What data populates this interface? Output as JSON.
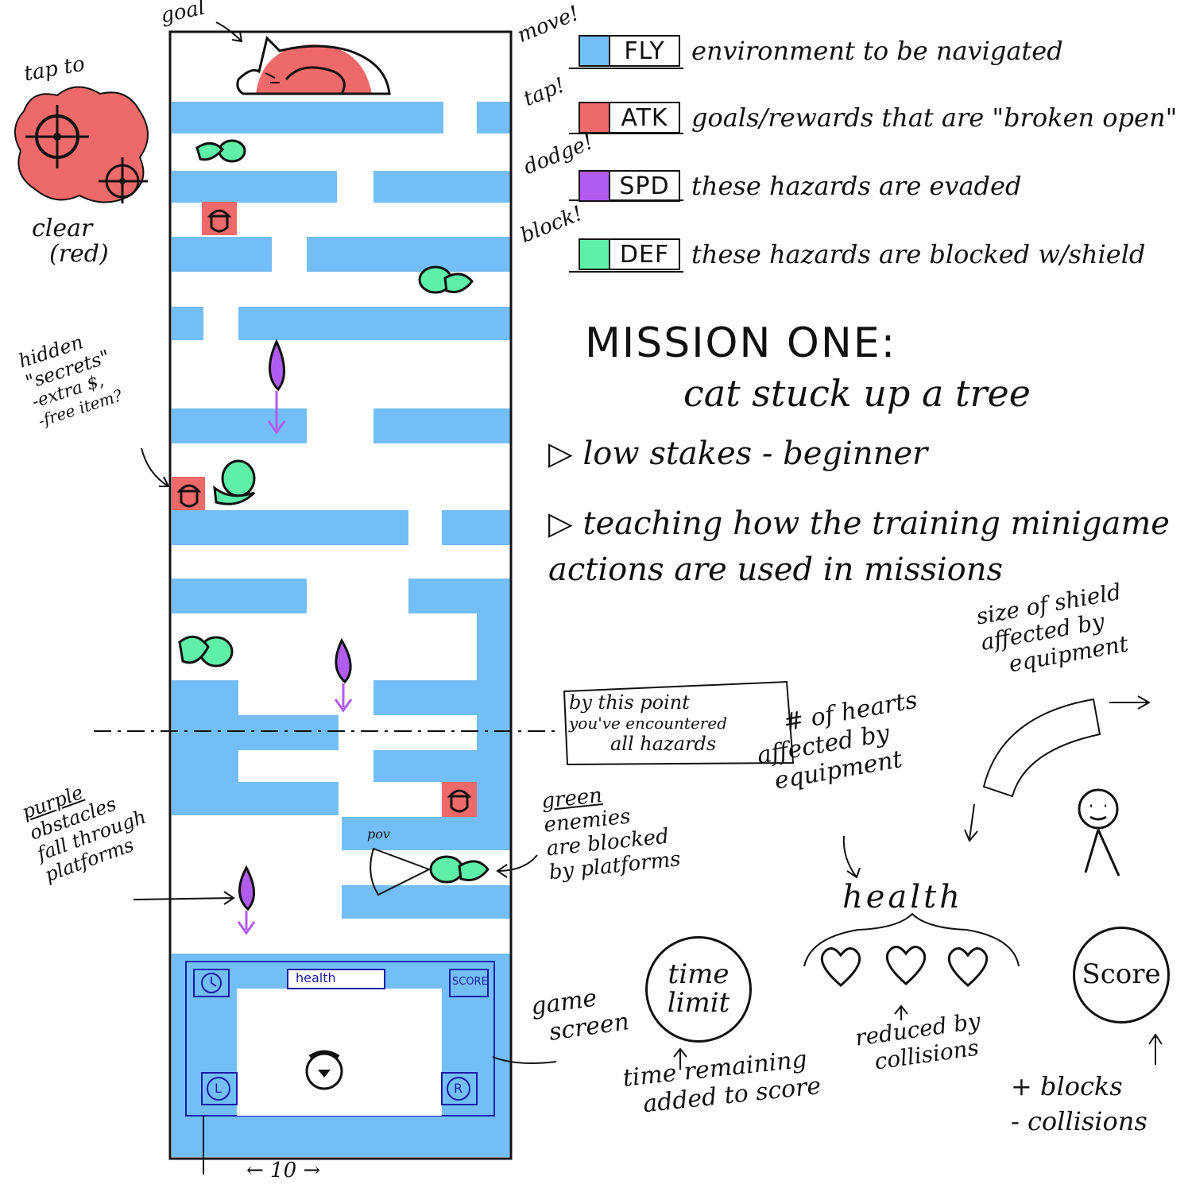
{
  "colors": {
    "fly": "#74bef6",
    "atk": "#ee6a6a",
    "spd": "#b05cf0",
    "def": "#5ff0a8",
    "ink": "#111111",
    "hud": "#1a1aa8"
  },
  "legend": {
    "rows": [
      {
        "verb": "move!",
        "code": "FLY",
        "color": "#74bef6",
        "description": "environment to be navigated"
      },
      {
        "verb": "tap!",
        "code": "ATK",
        "color": "#ee6a6a",
        "description": "goals/rewards that are \"broken open\""
      },
      {
        "verb": "dodge!",
        "code": "SPD",
        "color": "#b05cf0",
        "description": "these hazards are evaded"
      },
      {
        "verb": "block!",
        "code": "DEF",
        "color": "#5ff0a8",
        "description": "these hazards are blocked w/shield"
      }
    ]
  },
  "mission": {
    "title": "MISSION ONE:",
    "subtitle": "cat stuck up a tree",
    "bullets": [
      "low stakes - beginner",
      "teaching how the training minigame actions are used in missions"
    ]
  },
  "annotations": {
    "goal": "goal",
    "tap_to_clear": [
      "tap to",
      "clear",
      "(red)"
    ],
    "hidden_secrets": [
      "hidden",
      "\"secrets\"",
      "-extra $,",
      "-free item?"
    ],
    "encountered": [
      "by this point",
      "you've encountered",
      "all hazards"
    ],
    "purple": [
      "purple",
      "obstacles",
      "fall through",
      "platforms"
    ],
    "green": [
      "green",
      "enemies",
      "are blocked",
      "by platforms"
    ],
    "pov": "pov",
    "game_screen": [
      "game",
      "screen"
    ],
    "width": "← 10 →",
    "hearts_note": [
      "# of hearts",
      "affected by",
      "equipment"
    ],
    "shield_note": [
      "size of shield",
      "affected by",
      "equipment"
    ],
    "health_label": "health",
    "hearts_reduced": [
      "reduced by",
      "collisions"
    ],
    "time_limit": "time limit",
    "time_note": [
      "time remaining",
      "added to score"
    ],
    "score": "Score",
    "score_note": [
      "+ blocks",
      "- collisions"
    ]
  },
  "hud": {
    "health": "health",
    "score": "SCORE",
    "left_button": "L",
    "right_button": "R"
  },
  "icons": {
    "cat": "sleeping-cat-icon",
    "acorn": "acorn-icon",
    "bird": "green-bird-icon",
    "leaf": "purple-leaf-icon",
    "heart": "heart-icon",
    "crosshair": "crosshair-icon",
    "stick_figure": "stick-figure-icon"
  }
}
